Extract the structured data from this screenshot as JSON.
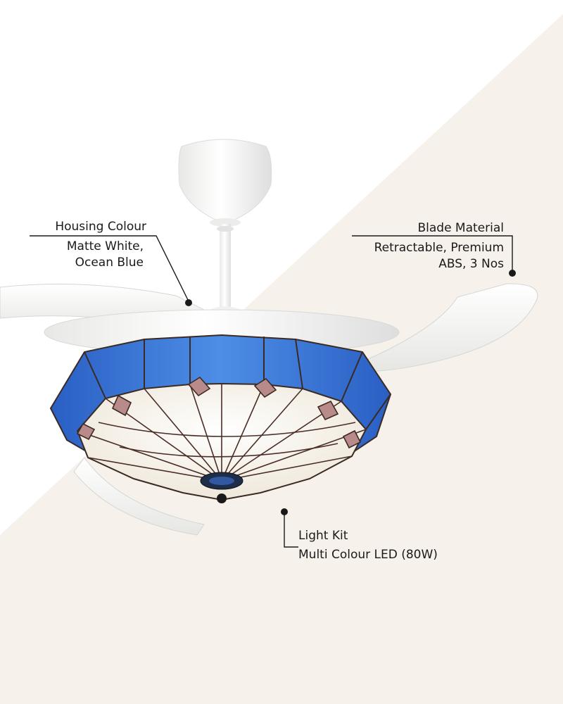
{
  "background": {
    "color_light": "#f6f1ea",
    "color_white": "#ffffff"
  },
  "product": {
    "shade_blue": "#2f6fd0",
    "shade_cream": "#fbf7ee",
    "lead_color": "#4a2e26",
    "jewel_color": "#b98a8a",
    "housing_color": "#f3f3f1"
  },
  "callouts": {
    "housing": {
      "label": "Housing Colour",
      "value": "Matte White, Ocean Blue"
    },
    "blade": {
      "label": "Blade Material",
      "value": "Retractable, Premium ABS, 3 Nos"
    },
    "light": {
      "label": "Light Kit",
      "value": "Multi Colour LED (80W)"
    }
  }
}
